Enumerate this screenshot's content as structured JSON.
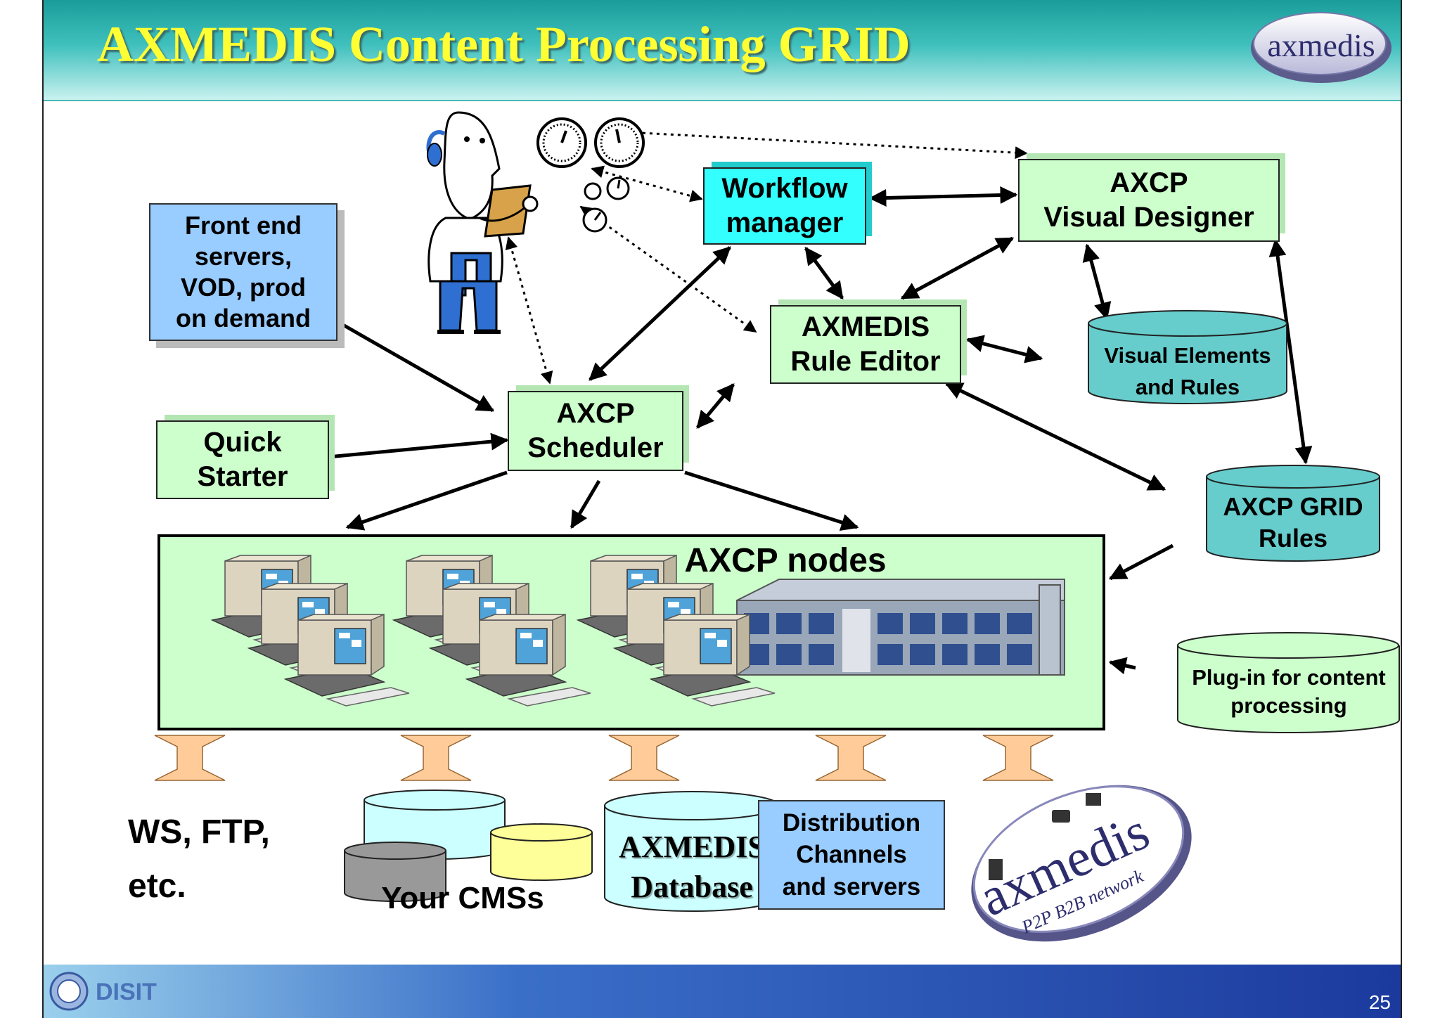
{
  "slide": {
    "title": "AXMEDIS Content Processing GRID",
    "page_number": "25",
    "logo_top_text": "axmedis",
    "footer_logo_text": "DISIT",
    "colors": {
      "title": "#ffff33",
      "titlebar": "#3fc0bd",
      "green_box": "#ccffcc",
      "cyan_box": "#33ffff",
      "blue_box": "#99ccff",
      "teal_db": "#66cccc",
      "footer": "#1c3a9e",
      "exchange_arrow": "#ffcc99"
    }
  },
  "nodes": {
    "front_end": [
      "Front end",
      "servers,",
      "VOD, prod",
      "on demand"
    ],
    "quick_starter": [
      "Quick",
      "Starter"
    ],
    "scheduler": [
      "AXCP",
      "Scheduler"
    ],
    "workflow": [
      "Workflow",
      "manager"
    ],
    "rule_editor": [
      "AXMEDIS",
      "Rule Editor"
    ],
    "visual_designer": [
      "AXCP",
      "Visual Designer"
    ],
    "visual_elements": [
      "Visual Elements",
      "and Rules"
    ],
    "grid_rules": [
      "AXCP GRID",
      "Rules"
    ],
    "plugin": [
      "Plug-in for content",
      "processing"
    ],
    "axcp_nodes": "AXCP nodes",
    "ws_ftp": [
      "WS, FTP,",
      "etc."
    ],
    "cms": "Your CMSs",
    "database": [
      "AXMEDIS",
      "Database"
    ],
    "distribution": [
      "Distribution",
      "Channels",
      "and servers"
    ],
    "p2p_logo": {
      "name": "axmedis",
      "subtitle": "P2P B2B network"
    }
  },
  "icons": [
    "operator-person-icon",
    "gauge-icon",
    "desktop-computer-icon",
    "server-rack-icon",
    "p2p-network-logo-icon"
  ]
}
